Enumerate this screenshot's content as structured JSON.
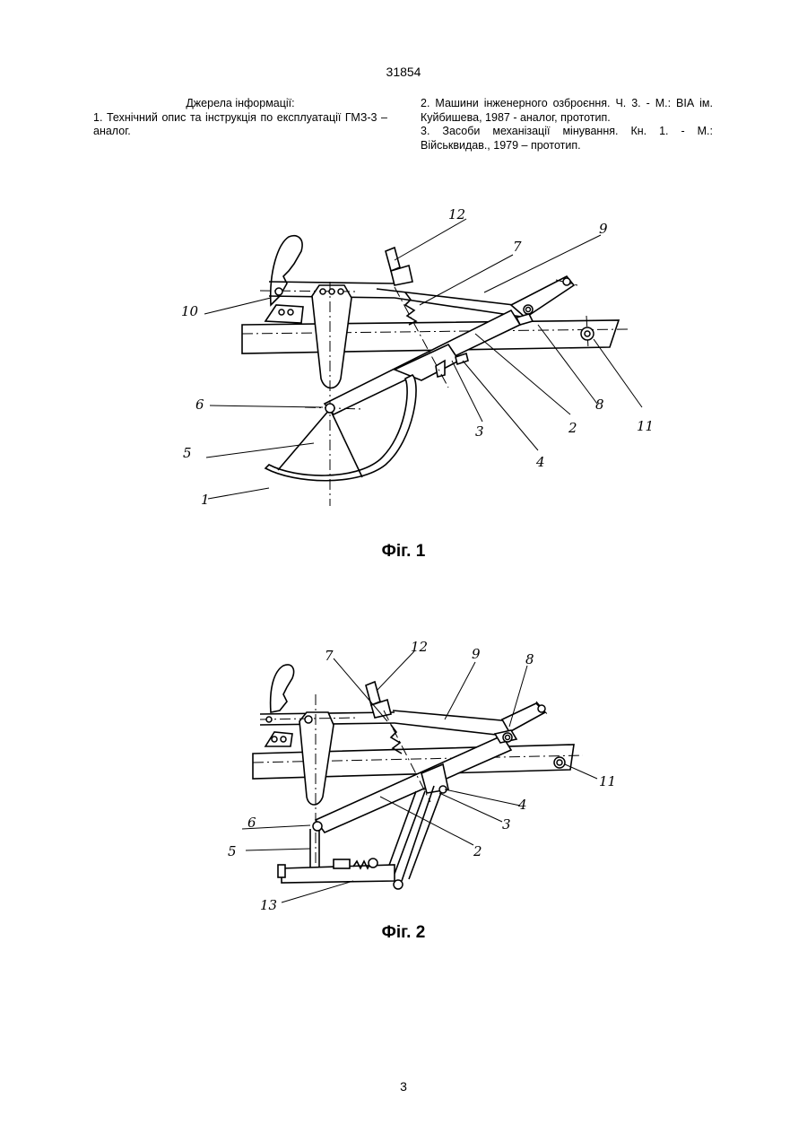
{
  "header": {
    "patent_number": "31854"
  },
  "sources": {
    "heading": "Джерела інформації:",
    "left": [
      "1. Технічний опис та інструкція по експлуатації ГМЗ-3 – аналог."
    ],
    "right": [
      "2. Машини інженерного озброєння. Ч. 3. - М.: ВІА ім. Куйбишева, 1987 - аналог, прототип.",
      "3. Засоби механізації мінування. Кн. 1. - М.: Військвидав., 1979 – прототип."
    ]
  },
  "figures": [
    {
      "caption": "Фіг. 1",
      "labels": {
        "l1": "1",
        "l2": "2",
        "l3": "3",
        "l4": "4",
        "l5": "5",
        "l6": "6",
        "l7": "7",
        "l8": "8",
        "l9": "9",
        "l10": "10",
        "l11": "11",
        "l12": "12"
      }
    },
    {
      "caption": "Фіг. 2",
      "labels": {
        "l2": "2",
        "l3": "3",
        "l4": "4",
        "l5": "5",
        "l6": "6",
        "l7": "7",
        "l8": "8",
        "l9": "9",
        "l11": "11",
        "l12": "12",
        "l13": "13"
      }
    }
  ],
  "footer": {
    "page_number": "3"
  }
}
